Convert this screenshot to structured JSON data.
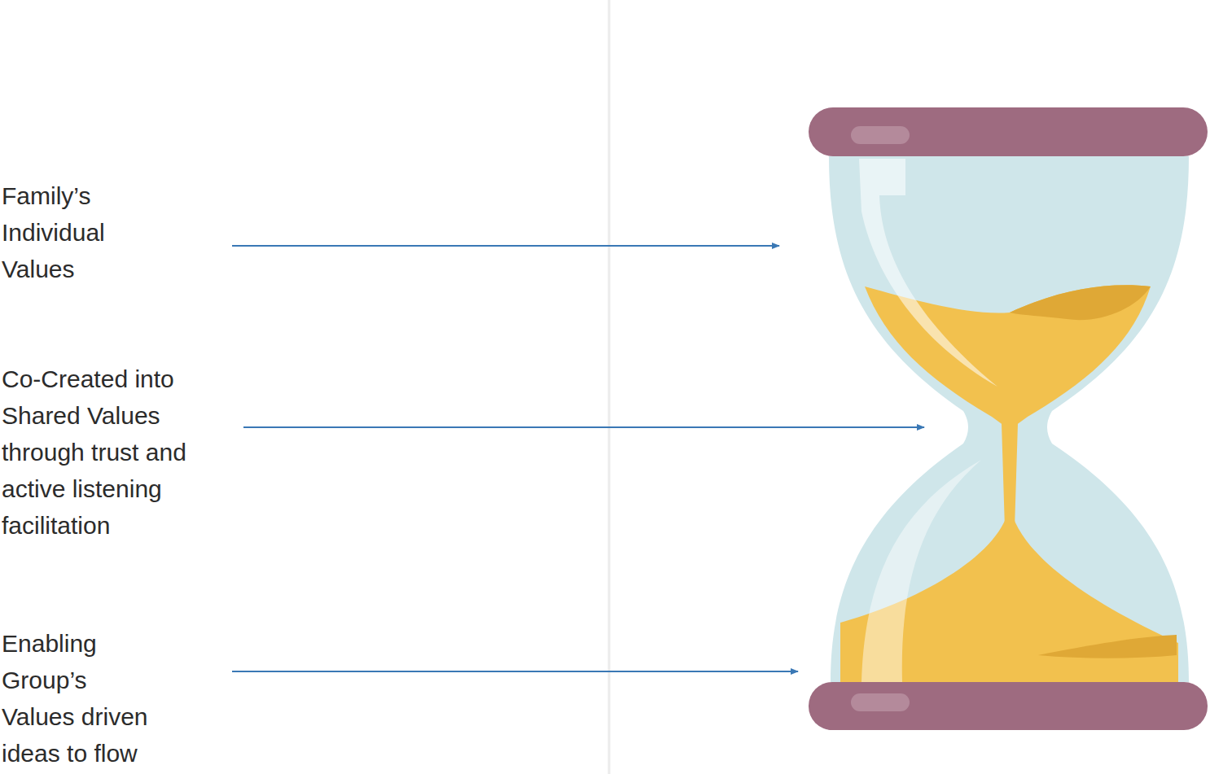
{
  "diagram": {
    "labels": [
      "Family’s Individual Values",
      "Co-Created into Shared Values through trust and active listening facilitation",
      "Enabling Group’s Values driven ideas to flow"
    ]
  }
}
